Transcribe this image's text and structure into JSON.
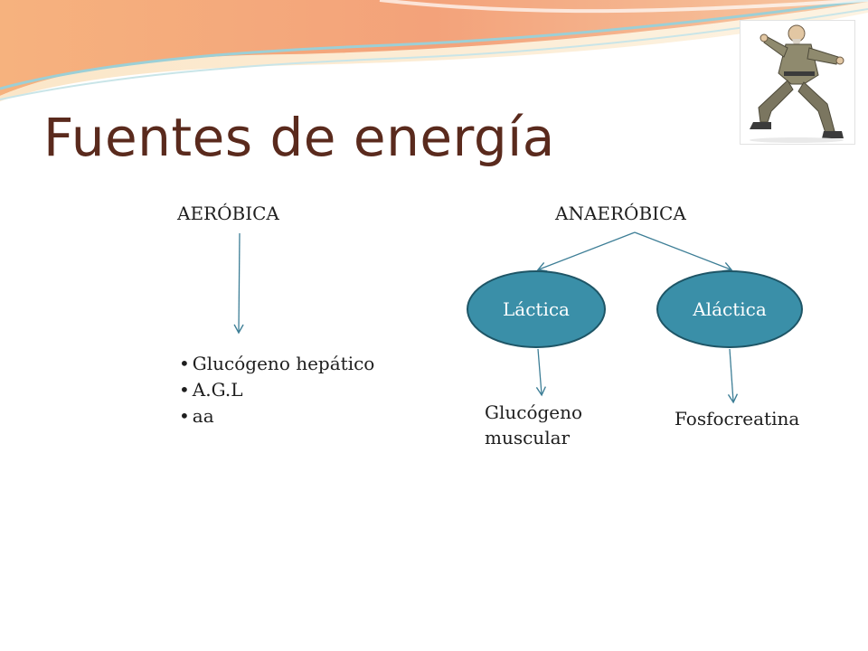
{
  "slide": {
    "title": "Fuentes de energía",
    "aerobic": {
      "heading": "AERÓBICA",
      "items": [
        "Glucógeno hepático",
        "A.G.L",
        "aa"
      ]
    },
    "anaerobic": {
      "heading": "ANAERÓBICA",
      "lactic": {
        "label": "Láctica",
        "result": [
          "Glucógeno",
          "muscular"
        ]
      },
      "alactic": {
        "label": "Aláctica",
        "result": "Fosfocreatina"
      }
    }
  },
  "colors": {
    "title": "#5a2a1d",
    "node_fill": "#3a8fa8",
    "node_stroke": "#1e5566",
    "arrow": "#3d7e96",
    "swoosh_orange": "#f0a070",
    "swoosh_teal": "#9ccfd6"
  },
  "icons": {
    "photo": "kung-fu-master-illustration"
  }
}
